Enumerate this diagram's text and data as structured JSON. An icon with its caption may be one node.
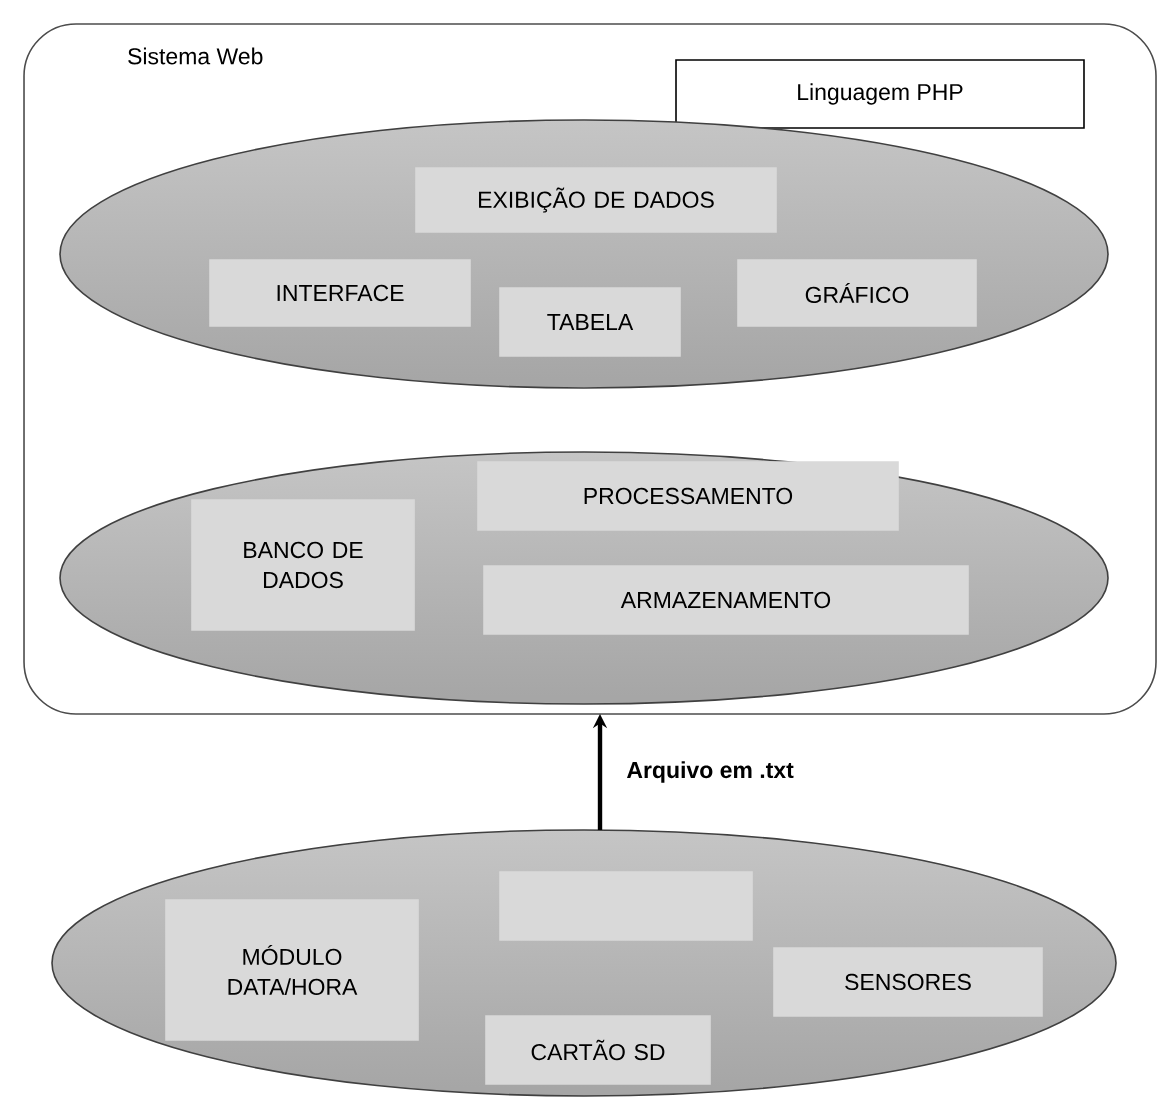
{
  "diagram": {
    "nodes": [
      {
        "text": [
          "Sistema Web"
        ]
      },
      {
        "text": [
          "Linguagem PHP"
        ],
        "in": 0
      },
      {
        "text": [],
        "shape": "ellipse",
        "in": 0
      },
      {
        "text": [
          "EXIBIÇÃO DE DADOS"
        ],
        "in": 2
      },
      {
        "text": [
          "INTERFACE"
        ],
        "in": 2
      },
      {
        "text": [
          "TABELA"
        ],
        "in": 2
      },
      {
        "text": [
          "GRÁFICO"
        ],
        "in": 2
      },
      {
        "text": [],
        "shape": "ellipse",
        "in": 0
      },
      {
        "text": [
          "BANCO DE DADOS"
        ],
        "in": 7
      },
      {
        "text": [
          "PROCESSAMENTO"
        ],
        "in": 7
      },
      {
        "text": [
          "ARMAZENAMENTO"
        ],
        "in": 7
      },
      {
        "text": [],
        "shape": "ellipse"
      },
      {
        "text": [],
        "shape": "box",
        "in": 11
      },
      {
        "text": [
          "MÓDULO DATA/HORA"
        ],
        "in": 11
      },
      {
        "text": [
          "SENSORES"
        ],
        "in": 11
      },
      {
        "text": [
          "CARTÃO SD"
        ],
        "in": 11
      }
    ],
    "edges": [
      {
        "from": 11,
        "to": 0,
        "arrow": "to",
        "label": "Arquivo em .txt"
      }
    ]
  }
}
